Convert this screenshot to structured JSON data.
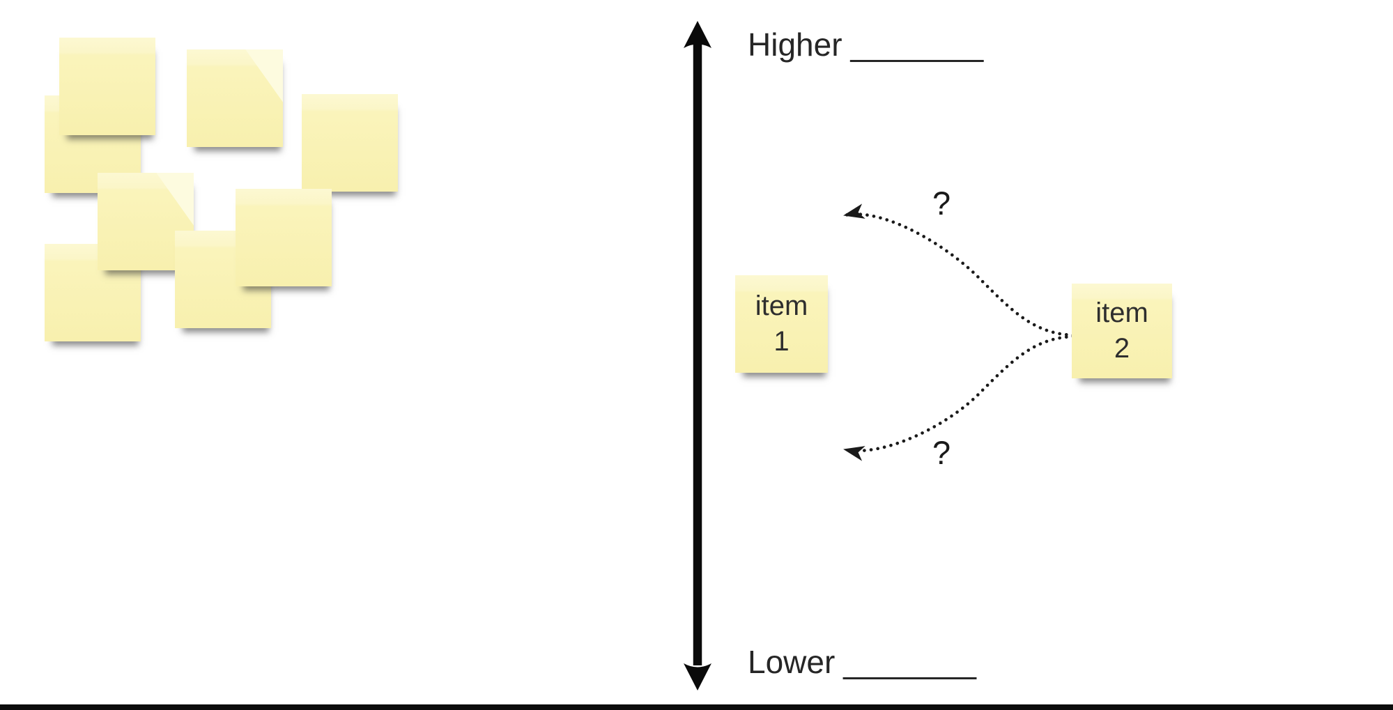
{
  "board": {
    "background": "#ffffff",
    "bottom_edge_color": "#0c0c0c"
  },
  "axis": {
    "higher_label": "Higher",
    "higher_blank": "________",
    "lower_label": "Lower",
    "lower_blank": "________",
    "arrow_color": "#0a0a0a",
    "label_color": "#262626"
  },
  "comparison": {
    "item1": {
      "line1": "item",
      "line2": "1"
    },
    "item2": {
      "line1": "item",
      "line2": "2"
    },
    "question_top": "?",
    "question_bottom": "?",
    "connector_style": "dotted",
    "connector_color": "#1a1a1a"
  },
  "sticky_notes": {
    "cluster_count": 8,
    "fill": "#faf4bb",
    "strip_fill": "#fcf8d2",
    "shadow_color": "#2d2d2d",
    "text_color": "#2e2e2e"
  }
}
